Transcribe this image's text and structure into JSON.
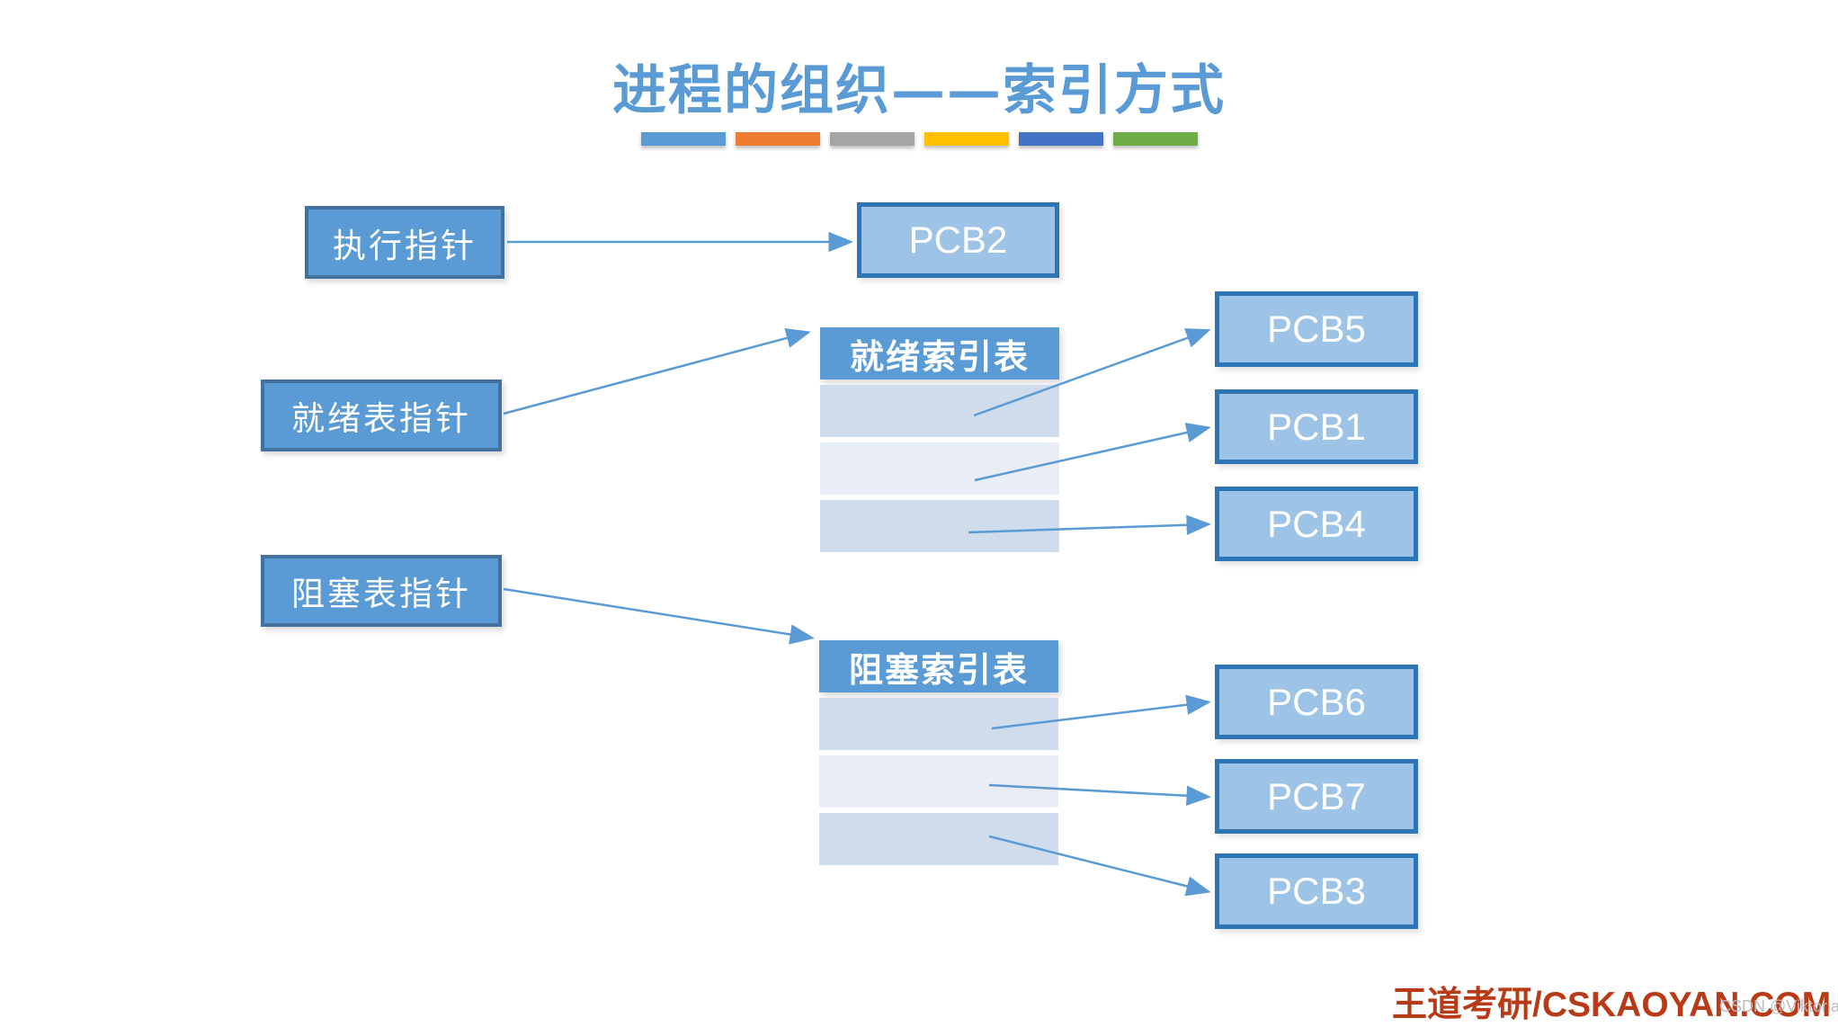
{
  "slide": {
    "title": "进程的组织——索引方式",
    "accent_bar_colors": [
      "#5B9BD5",
      "#ED7D31",
      "#A5A5A5",
      "#FFC000",
      "#4472C4",
      "#70AD47"
    ]
  },
  "pointers": {
    "exec_label": "执行指针",
    "ready_label": "就绪表指针",
    "blocked_label": "阻塞表指针"
  },
  "ready_table": {
    "header": "就绪索引表",
    "rows": [
      "",
      "",
      ""
    ]
  },
  "blocked_table": {
    "header": "阻塞索引表",
    "rows": [
      "",
      "",
      ""
    ]
  },
  "pcb_boxes": {
    "running": "PCB2",
    "ready_targets": [
      "PCB5",
      "PCB1",
      "PCB4"
    ],
    "blocked_targets": [
      "PCB6",
      "PCB7",
      "PCB3"
    ]
  },
  "watermark": {
    "brand_text": "王道考研/CSKAOYAN.COM",
    "overlay_text": "CSDN @Viktoriae"
  },
  "colors": {
    "title_blue": "#5B9BD5",
    "solid_box_fill": "#5B9BD5",
    "solid_box_border": "#41719C",
    "pcb_fill": "#9DC3E6",
    "pcb_border": "#2E75B6",
    "table_row_dark": "#CFDCEC",
    "table_row_light": "#E9EDF5",
    "arrow_blue": "#5B9BD5",
    "brand_red": "#B83A16",
    "overlay_gray": "#BBBDC0"
  }
}
